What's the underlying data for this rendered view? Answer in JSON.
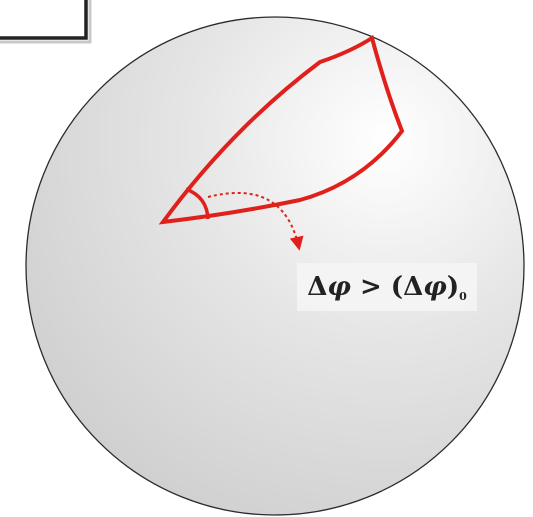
{
  "colors": {
    "sphere_light": "#ffffff",
    "sphere_mid": "#e6e6e6",
    "sphere_dark": "#cfcfcf",
    "sphere_outline": "#2b2b2b",
    "region_stroke": "#e0201b",
    "frame_stroke": "#222222",
    "label_text": "#222222"
  },
  "icons": {
    "region": "spherical-patch-outline",
    "angle_arc": "vertex-angle-arc",
    "arrow": "dotted-curved-arrow"
  },
  "label": {
    "delta": "Δ",
    "phi": "φ",
    "gt": " > ",
    "open_paren": "(",
    "close_paren": ")",
    "subscript": "0"
  }
}
